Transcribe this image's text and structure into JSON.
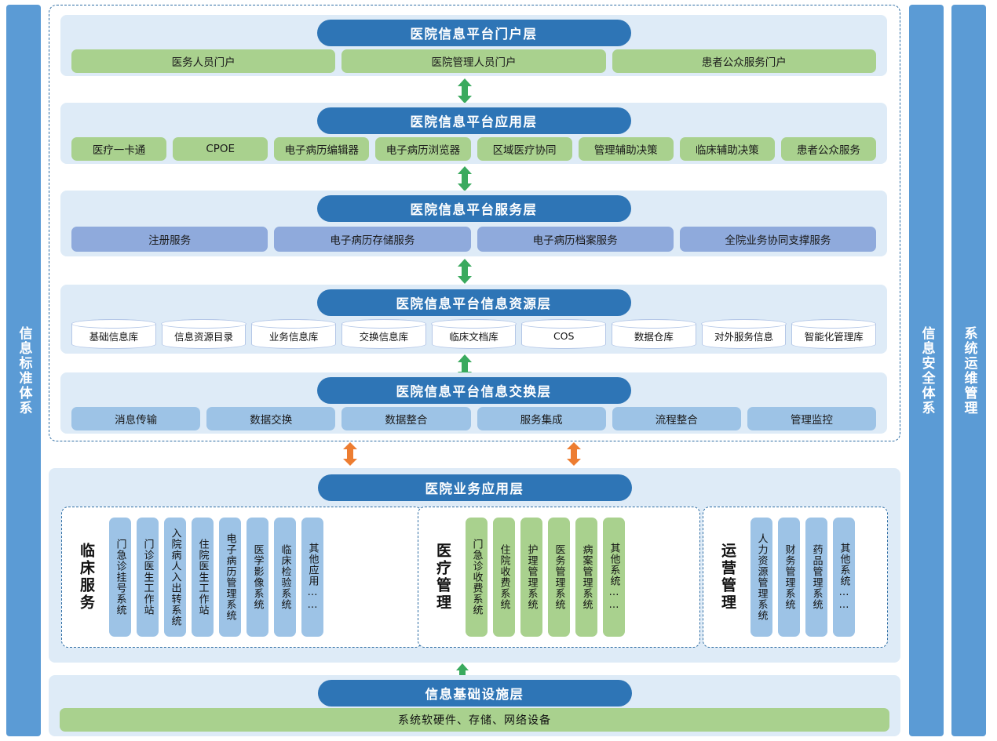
{
  "sidebands": {
    "left": "信息标准体系",
    "security": "信息安全体系",
    "ops": "系统运维管理"
  },
  "colors": {
    "band_bg": "#deebf7",
    "title_blue": "#2e75b6",
    "green": "#a9d18e",
    "lavender": "#8faadc",
    "blue": "#9dc3e6",
    "sideband": "#5b9bd5",
    "arrow_green": "#3aaa5e",
    "arrow_orange": "#ed7d31",
    "dashed_border": "#2e6da4"
  },
  "layers": {
    "portal": {
      "title": "医院信息平台门户层",
      "items": [
        "医务人员门户",
        "医院管理人员门户",
        "患者公众服务门户"
      ]
    },
    "application": {
      "title": "医院信息平台应用层",
      "items": [
        "医疗一卡通",
        "CPOE",
        "电子病历编辑器",
        "电子病历浏览器",
        "区域医疗协同",
        "管理辅助决策",
        "临床辅助决策",
        "患者公众服务"
      ]
    },
    "service": {
      "title": "医院信息平台服务层",
      "items": [
        "注册服务",
        "电子病历存储服务",
        "电子病历档案服务",
        "全院业务协同支撑服务"
      ]
    },
    "resource": {
      "title": "医院信息平台信息资源层",
      "items": [
        "基础信息库",
        "信息资源目录",
        "业务信息库",
        "交换信息库",
        "临床文档库",
        "COS",
        "数据仓库",
        "对外服务信息",
        "智能化管理库"
      ]
    },
    "exchange": {
      "title": "医院信息平台信息交换层",
      "items": [
        "消息传输",
        "数据交换",
        "数据整合",
        "服务集成",
        "流程整合",
        "管理监控"
      ]
    },
    "business": {
      "title": "医院业务应用层",
      "groups": [
        {
          "label": "临床服务",
          "color": "blue",
          "items": [
            "门急诊挂号系统",
            "门诊医生工作站",
            "入院病人入出转系统",
            "住院医生工作站",
            "电子病历管理系统",
            "医学影像系统",
            "临床检验系统",
            "其他应用……"
          ]
        },
        {
          "label": "医疗管理",
          "color": "green",
          "items": [
            "门急诊收费系统",
            "住院收费系统",
            "护理管理系统",
            "医务管理系统",
            "病案管理系统",
            "其他系统……"
          ]
        },
        {
          "label": "运营管理",
          "color": "blue",
          "items": [
            "人力资源管理系统",
            "财务管理系统",
            "药品管理系统",
            "其他系统……"
          ]
        }
      ]
    },
    "infrastructure": {
      "title": "信息基础设施层",
      "bar": "系统软硬件、存储、网络设备"
    }
  }
}
